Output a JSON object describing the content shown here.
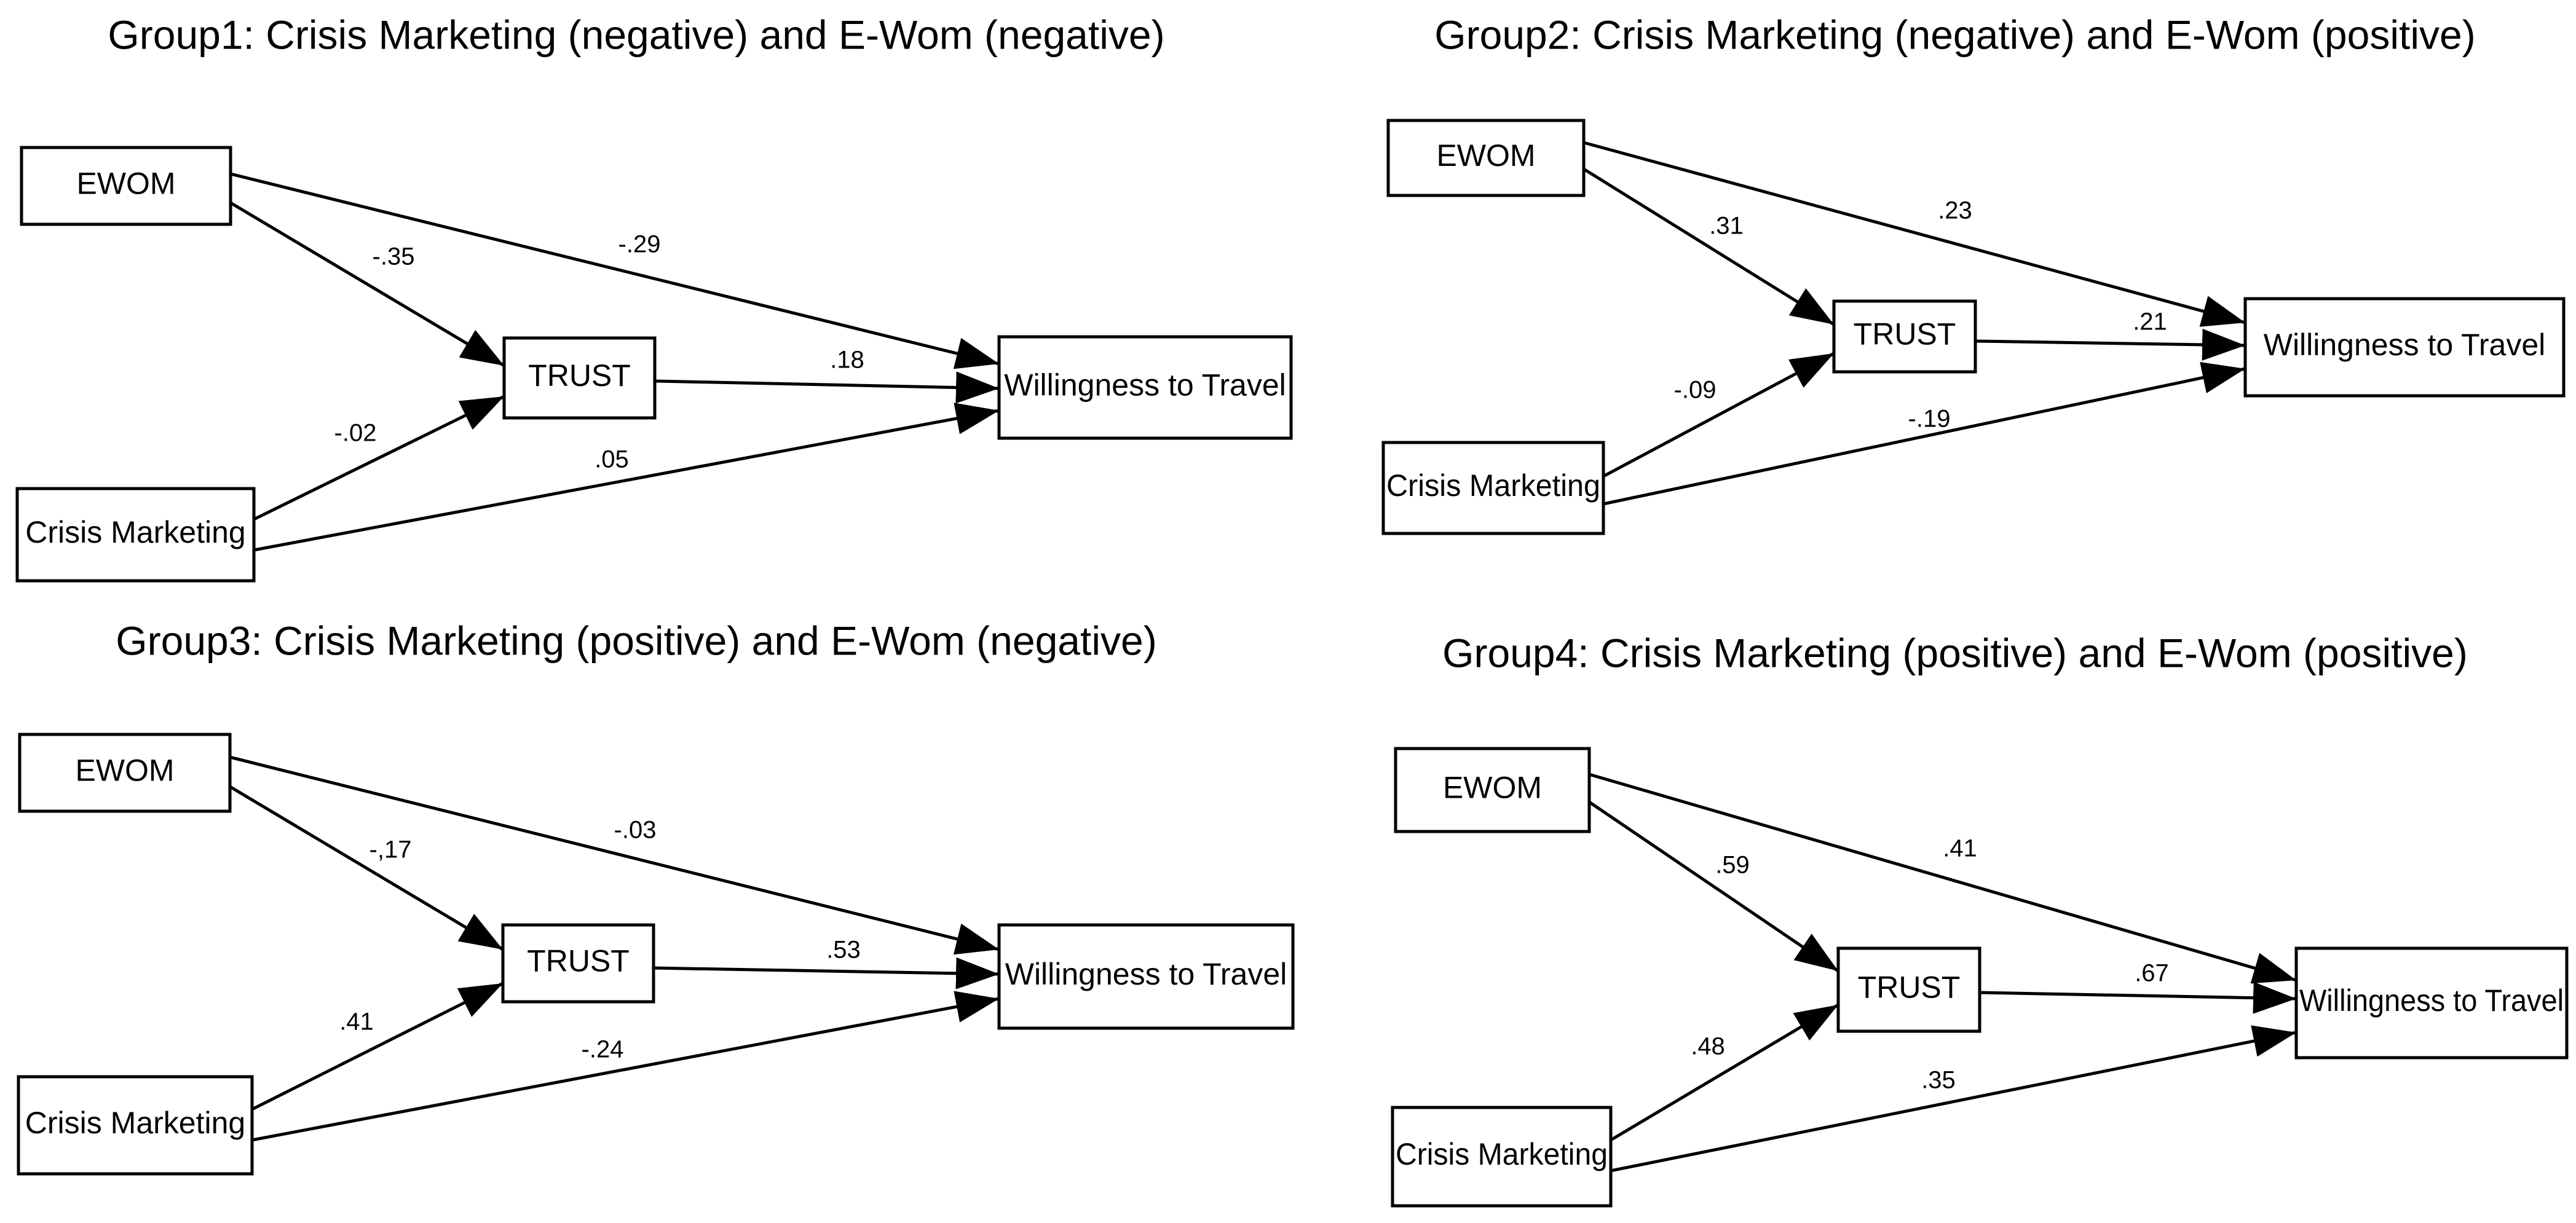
{
  "colors": {
    "background": "#ffffff",
    "stroke": "#000000",
    "text": "#000000"
  },
  "panels": [
    {
      "title": "Group1: Crisis Marketing (negative) and E-Wom (negative)",
      "nodes": {
        "ewom": "EWOM",
        "trust": "TRUST",
        "crisis": "Crisis Marketing",
        "travel": "Willingness to Travel"
      },
      "paths": {
        "ewom_trust": "-.35",
        "ewom_travel": "-.29",
        "crisis_trust": "-.02",
        "crisis_travel": ".05",
        "trust_travel": ".18"
      }
    },
    {
      "title": "Group2: Crisis Marketing (negative) and E-Wom (positive)",
      "nodes": {
        "ewom": "EWOM",
        "trust": "TRUST",
        "crisis": "Crisis Marketing",
        "travel": "Willingness to Travel"
      },
      "paths": {
        "ewom_trust": ".31",
        "ewom_travel": ".23",
        "crisis_trust": "-.09",
        "crisis_travel": "-.19",
        "trust_travel": ".21"
      }
    },
    {
      "title": "Group3: Crisis Marketing (positive) and E-Wom (negative)",
      "nodes": {
        "ewom": "EWOM",
        "trust": "TRUST",
        "crisis": "Crisis Marketing",
        "travel": "Willingness to Travel"
      },
      "paths": {
        "ewom_trust": "-,17",
        "ewom_travel": "-.03",
        "crisis_trust": ".41",
        "crisis_travel": "-.24",
        "trust_travel": ".53"
      }
    },
    {
      "title": "Group4: Crisis Marketing (positive) and E-Wom (positive)",
      "nodes": {
        "ewom": "EWOM",
        "trust": "TRUST",
        "crisis": "Crisis Marketing",
        "travel": "Willingness to Travel"
      },
      "paths": {
        "ewom_trust": ".59",
        "ewom_travel": ".41",
        "crisis_trust": ".48",
        "crisis_travel": ".35",
        "trust_travel": ".67"
      }
    }
  ]
}
